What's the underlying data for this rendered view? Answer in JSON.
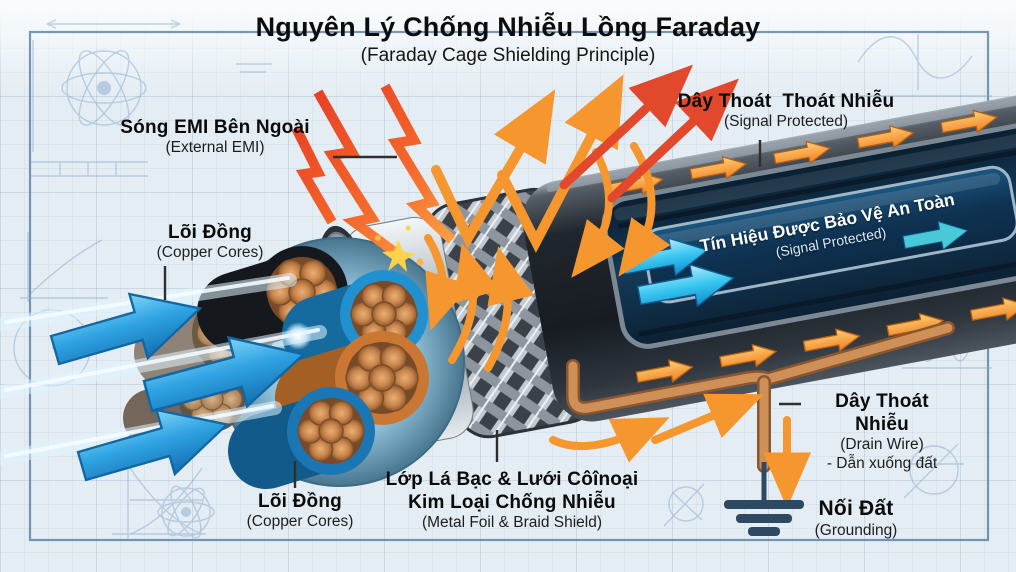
{
  "title": {
    "vi": "Nguyên Lý Chống Nhiễu Lồng Faraday",
    "en": "(Faraday Cage Shielding Principle)"
  },
  "labels": {
    "external_emi": {
      "vi": "Sóng EMI Bên Ngoài",
      "en": "(External EMI)"
    },
    "copper_cores_top": {
      "vi": "Lõi Đồng",
      "en": "(Copper Cores)"
    },
    "signal_protected_top": {
      "vi": "Dây Thoát  Thoát Nhiễu",
      "en": "(Signal Protected)"
    },
    "signal_banner": {
      "vi": "Tín Hiệu Được Bảo Vệ An Toàn",
      "en": "(Signal Protected)"
    },
    "shield": {
      "vi1": "Lớp Lá Bạc & Lưới Côînoại",
      "vi2": "Kim Loại Chống Nhiễu",
      "en": "(Metal Foil & Braid Shield)"
    },
    "copper_cores_bottom": {
      "vi": "Lõi Đồng",
      "en": "(Copper Cores)"
    },
    "drain_wire": {
      "vi": "Dây Thoát Nhiễu",
      "en": "(Drain Wire)",
      "note": "- Dẫn xuống đất"
    },
    "grounding": {
      "vi": "Nối Đất",
      "en": "(Grounding)"
    }
  },
  "colors": {
    "background": "#e4edf3",
    "accent_orange": "#f5962e",
    "accent_red": "#e2492c",
    "signal_blue": "#2196d6",
    "cyan": "#49c8f2",
    "copper": "#c98952",
    "jacket_dark": "#1b2128",
    "banner_navy": "#10314b",
    "ground_symbol": "#2e4a63",
    "sketch_blue": "#86a8cc",
    "text_dark": "#111111"
  }
}
